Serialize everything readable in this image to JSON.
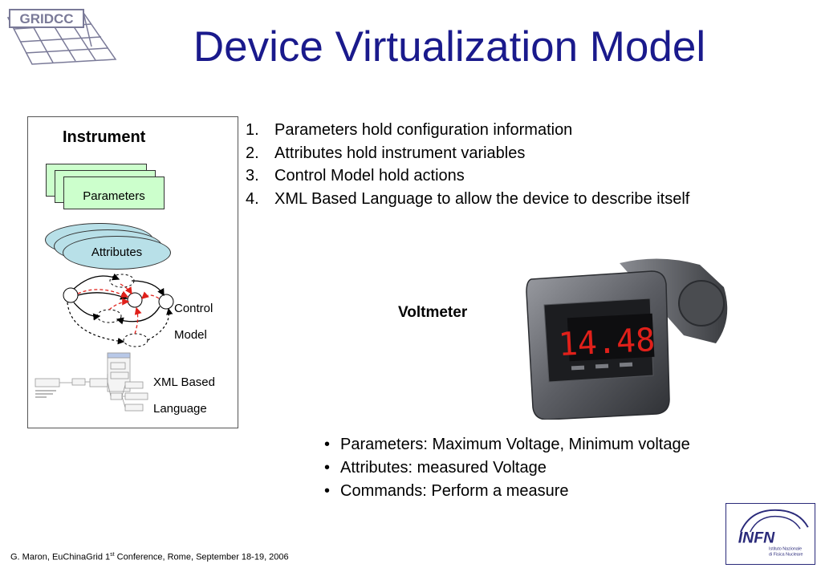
{
  "slide": {
    "title": "Device Virtualization Model",
    "logo_gridcc": "GRIDCC",
    "instrument": {
      "label": "Instrument",
      "parameters_label": "Parameters",
      "attributes_label": "Attributes",
      "control_label_line1": "Control",
      "control_label_line2": "Model",
      "xml_label_line1": "XML Based",
      "xml_label_line2": "Language"
    },
    "numbered_list": [
      {
        "num": "1.",
        "text": "Parameters hold configuration information"
      },
      {
        "num": "2.",
        "text": "Attributes hold instrument variables"
      },
      {
        "num": "3.",
        "text": "Control Model hold actions"
      },
      {
        "num": "4.",
        "text": "XML Based Language to allow the device to describe itself"
      }
    ],
    "voltmeter_label": "Voltmeter",
    "voltmeter_display": "14.48",
    "bullets": [
      "Parameters: Maximum Voltage, Minimum voltage",
      "Attributes: measured Voltage",
      "Commands: Perform a measure"
    ],
    "bullet_glyph": "•",
    "footer": {
      "prefix": "G. Maron, EuChinaGrid 1",
      "sup": "st",
      "suffix": " Conference, Rome, September 18-19, 2006"
    },
    "infn_logo": {
      "name": "INFN",
      "sub1": "Istituto Nazionale",
      "sub2": "di Fisica Nucleare"
    },
    "colors": {
      "title": "#1a1a8c",
      "parameters_fill": "#ccffcc",
      "attributes_fill": "#b8e0e8",
      "display_red": "#e0201a",
      "infn_blue": "#2a2a7a"
    }
  }
}
